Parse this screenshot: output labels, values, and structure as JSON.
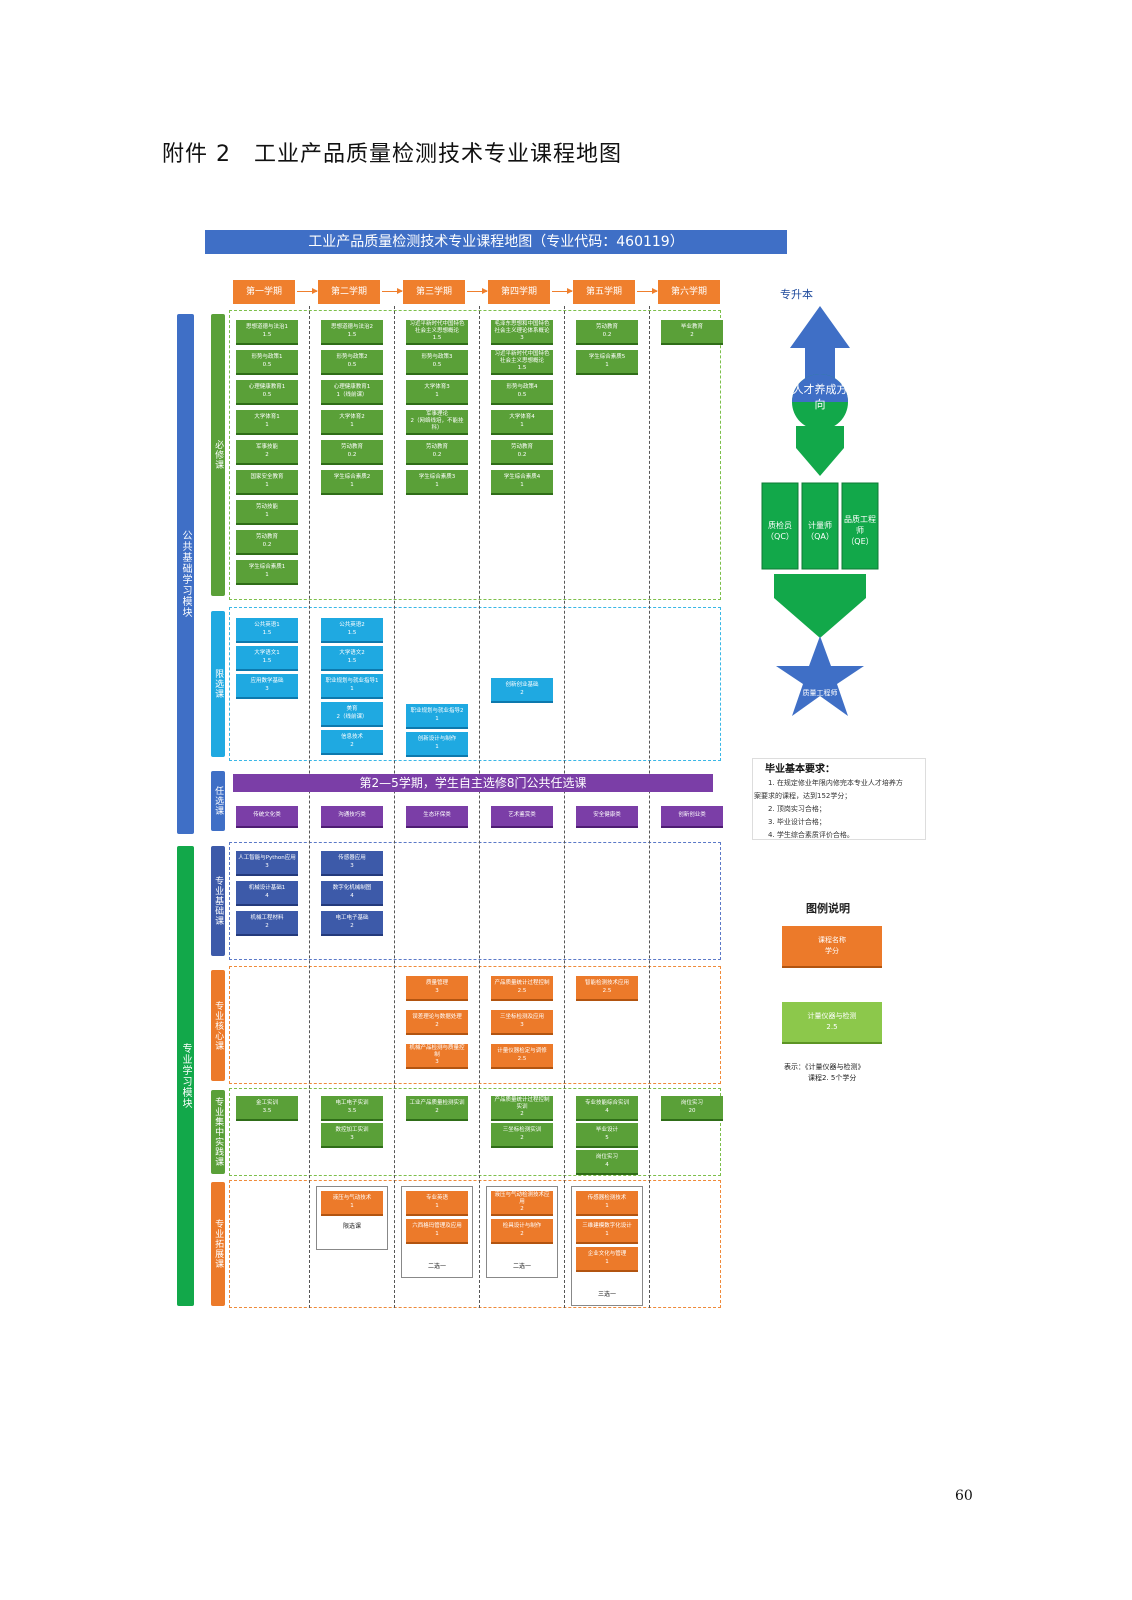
{
  "doc_title": "附件 2　工业产品质量检测技术专业课程地图",
  "banner": "工业产品质量检测技术专业课程地图（专业代码：460119）",
  "semesters": [
    "第一学期",
    "第二学期",
    "第三学期",
    "第四学期",
    "第五学期",
    "第六学期"
  ],
  "modules": {
    "public": "公共基础学习模块",
    "major": "专业学习模块"
  },
  "sections": {
    "required": "必修课",
    "limited": "限选课",
    "optional": "任选课",
    "major_basic": "专业基础课",
    "major_core": "专业核心课",
    "major_practice": "专业集中实践课",
    "major_extension": "专业拓展课"
  },
  "required": {
    "s1": [
      {
        "n": "思想道德与法治1",
        "c": "1.5"
      },
      {
        "n": "形势与政策1",
        "c": "0.5"
      },
      {
        "n": "心理健康教育1",
        "c": "0.5"
      },
      {
        "n": "大学体育1",
        "c": "1"
      },
      {
        "n": "军事技能",
        "c": "2"
      },
      {
        "n": "国家安全教育",
        "c": "1"
      },
      {
        "n": "劳动技能",
        "c": "1"
      },
      {
        "n": "劳动教育",
        "c": "0.2"
      },
      {
        "n": "学生综合素质1",
        "c": "1"
      }
    ],
    "s2": [
      {
        "n": "思想道德与法治2",
        "c": "1.5"
      },
      {
        "n": "形势与政策2",
        "c": "0.5"
      },
      {
        "n": "心理健康教育1",
        "c": "1（线前课）"
      },
      {
        "n": "大学体育2",
        "c": "1"
      },
      {
        "n": "劳动教育",
        "c": "0.2"
      },
      {
        "n": "学生综合素质2",
        "c": "1"
      }
    ],
    "s3": [
      {
        "n": "习近平新时代中国特色社会主义思想概论",
        "c": "1.5"
      },
      {
        "n": "形势与政策3",
        "c": "0.5"
      },
      {
        "n": "大学体育3",
        "c": "1"
      },
      {
        "n": "军事理论",
        "c": "2（网络线培，不能挂科）"
      },
      {
        "n": "劳动教育",
        "c": "0.2"
      },
      {
        "n": "学生综合素质3",
        "c": "1"
      }
    ],
    "s4": [
      {
        "n": "毛泽东思想和中国特色社会主义理论体系概论",
        "c": "3"
      },
      {
        "n": "习近平新时代中国特色社会主义思想概论",
        "c": "1.5"
      },
      {
        "n": "形势与政策4",
        "c": "0.5"
      },
      {
        "n": "大学体育4",
        "c": "1"
      },
      {
        "n": "劳动教育",
        "c": "0.2"
      },
      {
        "n": "学生综合素质4",
        "c": "1"
      }
    ],
    "s5": [
      {
        "n": "劳动教育",
        "c": "0.2"
      },
      {
        "n": "学生综合素质5",
        "c": "1"
      }
    ],
    "s6": [
      {
        "n": "毕业教育",
        "c": "2"
      }
    ]
  },
  "limited": {
    "s1": [
      {
        "n": "公共英语1",
        "c": "1.5"
      },
      {
        "n": "大学语文1",
        "c": "1.5"
      },
      {
        "n": "应用数学基础",
        "c": "3"
      }
    ],
    "s2": [
      {
        "n": "公共英语2",
        "c": "1.5"
      },
      {
        "n": "大学语文2",
        "c": "1.5"
      },
      {
        "n": "职业规划与就业指导1",
        "c": "1"
      },
      {
        "n": "美育",
        "c": "2（线前课）"
      },
      {
        "n": "信息技术",
        "c": "2"
      }
    ],
    "s3": [
      {
        "n": "职业规划与就业指导2",
        "c": "1"
      },
      {
        "n": "创新设计与制作",
        "c": "1"
      }
    ],
    "s4": [
      {
        "n": "创新创业基础",
        "c": "2"
      }
    ]
  },
  "elective_banner": "第2—5学期，学生自主选修8门公共任选课",
  "electives": [
    "传统文化类",
    "沟通技巧类",
    "生态环保类",
    "艺术鉴赏类",
    "安全健康类",
    "创新创业类"
  ],
  "major_basic": {
    "s1": [
      {
        "n": "人工智能与Python应用",
        "c": "3"
      },
      {
        "n": "机械设计基础1",
        "c": "4"
      },
      {
        "n": "机械工程材料",
        "c": "2"
      }
    ],
    "s2": [
      {
        "n": "传感器应用",
        "c": "3"
      },
      {
        "n": "数字化机械制图",
        "c": "4"
      },
      {
        "n": "电工电子基础",
        "c": "2"
      }
    ]
  },
  "major_core": {
    "s3": [
      {
        "n": "质量管理",
        "c": "3"
      },
      {
        "n": "误差理论与数据处理",
        "c": "2"
      },
      {
        "n": "机械产品检测与质量控制",
        "c": "3"
      }
    ],
    "s4": [
      {
        "n": "产品质量统计过程控制",
        "c": "2.5"
      },
      {
        "n": "三坐标检测及应用",
        "c": "3"
      },
      {
        "n": "计量仪器检定与调修",
        "c": "2.5"
      }
    ],
    "s5": [
      {
        "n": "智能检测技术应用",
        "c": "2.5"
      }
    ]
  },
  "major_practice": {
    "s1": [
      {
        "n": "金工实训",
        "c": "3.5"
      }
    ],
    "s2": [
      {
        "n": "电工电子实训",
        "c": "3.5"
      },
      {
        "n": "数控加工实训",
        "c": "3"
      }
    ],
    "s3": [
      {
        "n": "工业产品质量检测实训",
        "c": "2"
      }
    ],
    "s4": [
      {
        "n": "产品质量统计过程控制实训",
        "c": "2"
      },
      {
        "n": "三坐标检测实训",
        "c": "2"
      }
    ],
    "s5": [
      {
        "n": "专业技能综合实训",
        "c": "4"
      },
      {
        "n": "毕业设计",
        "c": "5"
      },
      {
        "n": "岗位实习",
        "c": "4"
      }
    ],
    "s6": [
      {
        "n": "岗位实习",
        "c": "20"
      }
    ]
  },
  "major_extension": {
    "s2": {
      "items": [
        {
          "n": "液压与气动技术",
          "c": "1"
        }
      ],
      "label": "限选课"
    },
    "s3": {
      "items": [
        {
          "n": "专业英语",
          "c": "1"
        },
        {
          "n": "六西格玛管理及应用",
          "c": "1"
        }
      ],
      "label": "二选一"
    },
    "s4": {
      "items": [
        {
          "n": "液压与气动检测技术应用",
          "c": "2"
        },
        {
          "n": "检具设计与制作",
          "c": "2"
        }
      ],
      "label": "二选一"
    },
    "s5": {
      "items": [
        {
          "n": "传感器检测技术",
          "c": "1"
        },
        {
          "n": "三维建模数字化设计",
          "c": "1"
        },
        {
          "n": "企业文化与管理",
          "c": "1"
        }
      ],
      "label": "三选一"
    }
  },
  "career": {
    "top_label": "专升本",
    "circle": "人才养成方向",
    "roles": [
      {
        "n": "质检员",
        "c": "（QC）"
      },
      {
        "n": "计量师",
        "c": "（QA）"
      },
      {
        "n": "品质工程师",
        "c": "（QE）"
      }
    ],
    "star": "质量工程师"
  },
  "graduation": {
    "title": "毕业基本要求：",
    "items": [
      "1. 在规定修业年限内修完本专业人才培养方",
      "案要求的课程，达到152学分；",
      "2. 顶岗实习合格；",
      "3. 毕业设计合格；",
      "4. 学生综合素质评价合格。"
    ]
  },
  "legend": {
    "title": "图例说明",
    "box1": {
      "n": "课程名称",
      "c": "学分"
    },
    "box2": {
      "n": "计量仪器与检测",
      "c": "2.5"
    },
    "note1": "表示：《计量仪器与检测》",
    "note2": "课程2. 5个学分"
  },
  "page_number": "60",
  "colors": {
    "orange": "#ec7a2a",
    "green": "#5aa038",
    "cyan": "#1fa9e1",
    "navy": "#3d5aa9",
    "purple": "#7b3ea7",
    "blue": "#3f6fc6",
    "career_green": "#12a84a"
  }
}
